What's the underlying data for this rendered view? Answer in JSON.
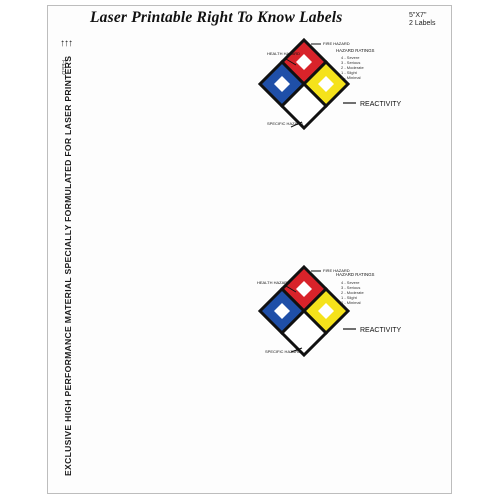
{
  "header": {
    "title": "Laser Printable Right To Know Labels",
    "size": "5\"X7\"",
    "count": "2 Labels"
  },
  "side": {
    "text": "EXCLUSIVE HIGH PERFORMANCE MATERIAL SPECIALLY FORMULATED FOR LASER PRINTERS",
    "arrows": "↑↑↑",
    "feed": "FEED"
  },
  "labels": [
    {
      "health": "HEALTH HAZARD",
      "fire": "FIRE HAZARD",
      "reactivity": "REACTIVITY",
      "specific": "SPECIFIC HAZARD",
      "ratings_title": "HAZARD RATINGS",
      "ratings": [
        "4 - Severe",
        "3 - Serious",
        "2 - Moderate",
        "1 - Slight",
        "0 - Minimal"
      ]
    },
    {
      "health": "HEALTH HAZARD",
      "fire": "FIRE HAZARD",
      "reactivity": "REACTIVITY",
      "specific": "SPECIFIC HAZARD",
      "ratings_title": "HAZARD RATINGS",
      "ratings": [
        "4 - Severe",
        "3 - Serious",
        "2 - Moderate",
        "1 - Slight",
        "0 - Minimal"
      ]
    }
  ],
  "colors": {
    "health": "#1f4fa8",
    "fire": "#d8232a",
    "reactivity": "#f5e21b",
    "specific": "#ffffff",
    "outline": "#111111"
  }
}
